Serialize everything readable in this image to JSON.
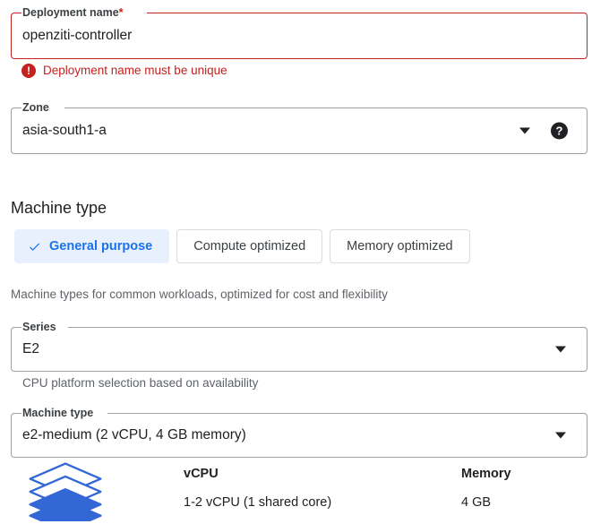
{
  "deployment_name_field": {
    "label": "Deployment name",
    "required_marker": "*",
    "value": "openziti-controller",
    "error": {
      "icon": "error-icon",
      "glyph": "!",
      "message": "Deployment name must be unique"
    },
    "border_color": "#c5221f"
  },
  "zone_field": {
    "label": "Zone",
    "value": "asia-south1-a",
    "dropdown_icon": "chevron-down-icon",
    "help_icon": "help-icon",
    "help_glyph": "?"
  },
  "machine_type_section": {
    "heading": "Machine type",
    "tabs": [
      {
        "label": "General purpose",
        "selected": true,
        "icon": "check-icon"
      },
      {
        "label": "Compute optimized",
        "selected": false
      },
      {
        "label": "Memory optimized",
        "selected": false
      }
    ],
    "tabs_helper": "Machine types for common workloads, optimized for cost and flexibility",
    "selected_accent": "#1a73e8",
    "selected_background": "#e8f0fe"
  },
  "series_field": {
    "label": "Series",
    "value": "E2",
    "dropdown_icon": "chevron-down-icon",
    "helper": "CPU platform selection based on availability"
  },
  "machine_type_field": {
    "label": "Machine type",
    "value": "e2-medium (2 vCPU, 4 GB memory)",
    "dropdown_icon": "chevron-down-icon"
  },
  "specs": {
    "icon": "layers-stack-icon",
    "icon_color": "#3367d6",
    "columns": [
      {
        "header": "vCPU",
        "value": "1-2 vCPU (1 shared core)"
      },
      {
        "header": "Memory",
        "value": "4 GB"
      }
    ]
  }
}
